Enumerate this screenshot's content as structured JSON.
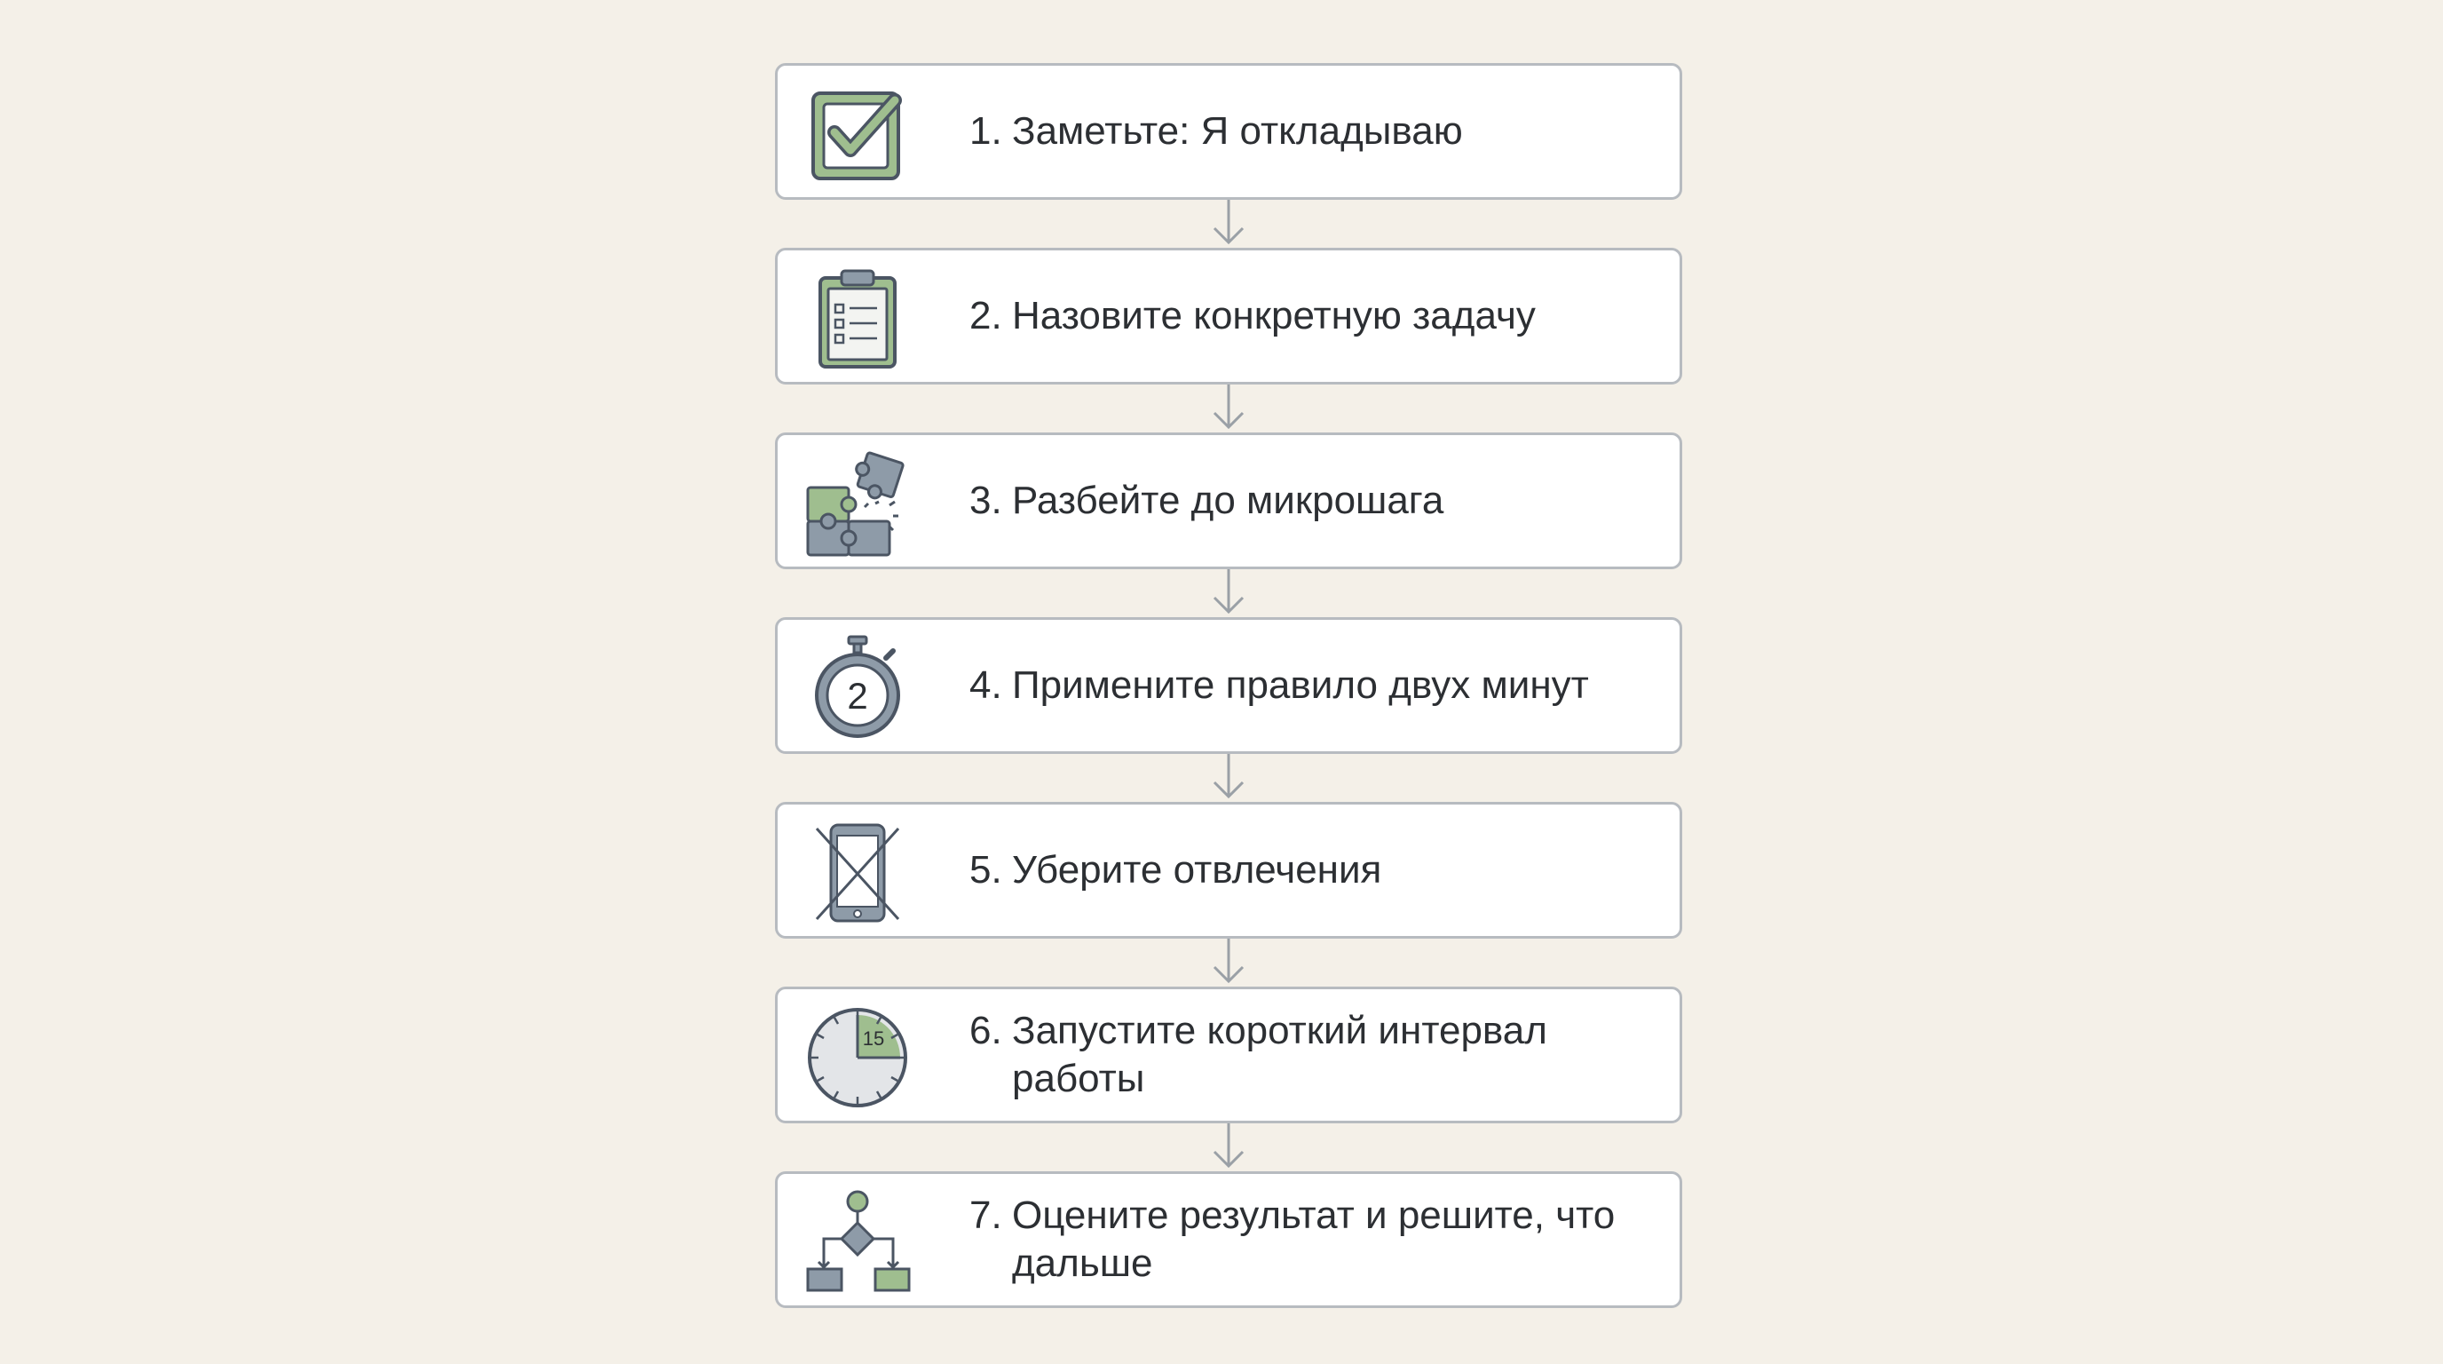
{
  "steps": [
    {
      "number": "1.",
      "label": "Заметьте: Я откладываю",
      "icon": "checkbox-check-icon"
    },
    {
      "number": "2.",
      "label": "Назовите конкретную задачу",
      "icon": "clipboard-checklist-icon"
    },
    {
      "number": "3.",
      "label": "Разбейте до микрошага",
      "icon": "puzzle-pieces-icon"
    },
    {
      "number": "4.",
      "label": "Примените правило двух минут",
      "icon": "stopwatch-icon",
      "icon_text": "2"
    },
    {
      "number": "5.",
      "label": "Уберите отвлечения",
      "icon": "phone-crossed-icon"
    },
    {
      "number": "6.",
      "label": "Запустите короткий интервал работы",
      "icon": "clock-timer-icon",
      "icon_text": "15"
    },
    {
      "number": "7.",
      "label": "Оцените результат и решите, что дальше",
      "icon": "decision-flowchart-icon"
    }
  ],
  "colors": {
    "background": "#f4f0e8",
    "card": "#ffffff",
    "card_border": "#b7bbc0",
    "accent_green": "#9fbe8f",
    "accent_slate": "#8e9ba8",
    "icon_stroke": "#4b5563",
    "text": "#2c2f33",
    "connector": "#9aa0a6"
  }
}
